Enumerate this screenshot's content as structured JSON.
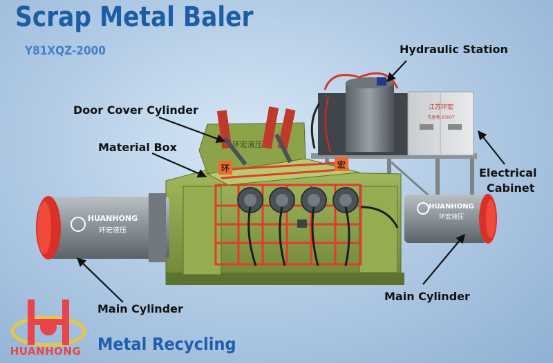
{
  "header": {
    "title": "Scrap Metal Baler",
    "model": "Y81XQZ-2000"
  },
  "callouts": {
    "hydraulic_station": "Hydraulic Station",
    "door_cover_cylinder": "Door Cover Cylinder",
    "material_box": "Material Box",
    "electrical_cabinet_line1": "Electrical",
    "electrical_cabinet_line2": "Cabinet",
    "main_cylinder_left": "Main Cylinder",
    "main_cylinder_right": "Main Cylinder"
  },
  "machine_markings": {
    "cylinder_brand_left": "HUANHONG",
    "cylinder_brand_right": "HUANHONG",
    "cylinder_cn_left": "环宏液压",
    "cylinder_cn_right": "环宏液压",
    "cabinet_cn": "江苏环宏",
    "cabinet_model": "先驱者-2000T",
    "box_char_1": "环",
    "box_char_2": "宏",
    "press_cn": "环宏液压"
  },
  "footer": {
    "logo_text": "HUANHONG",
    "tagline": "Metal Recycling"
  },
  "colors": {
    "title_blue": "#1c5da6",
    "machine_green": "#8ca24a",
    "accent_red": "#e23b2e",
    "cylinder_grey": "#8f979d",
    "logo_red": "#e8444a",
    "logo_gold": "#e5c64a"
  }
}
